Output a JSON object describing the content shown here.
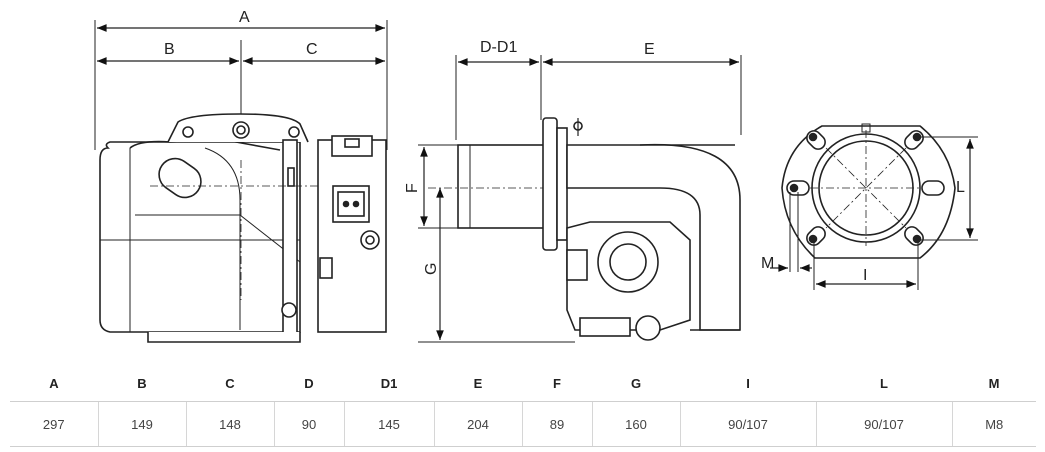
{
  "labels": {
    "A": "A",
    "B": "B",
    "C": "C",
    "D_D1": "D-D1",
    "E": "E",
    "F": "F",
    "G": "G",
    "L": "L",
    "M": "M",
    "I": "I"
  },
  "table": {
    "headers": [
      "A",
      "B",
      "C",
      "D",
      "D1",
      "E",
      "F",
      "G",
      "I",
      "L",
      "M"
    ],
    "values": [
      "297",
      "149",
      "148",
      "90",
      "145",
      "204",
      "89",
      "160",
      "90/107",
      "90/107",
      "M8"
    ]
  }
}
